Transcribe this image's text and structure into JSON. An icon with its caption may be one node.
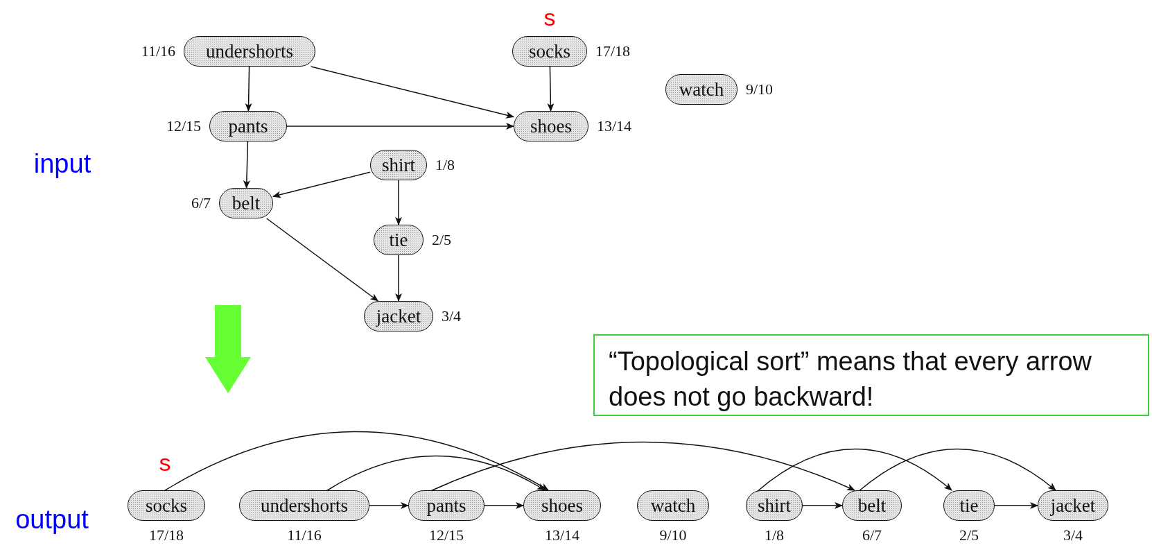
{
  "diagram": {
    "nodes": [
      {
        "text": [
          "undershorts"
        ],
        "beside": [
          "11/16"
        ]
      },
      {
        "text": [
          "socks"
        ],
        "beside": [
          "17/18"
        ]
      },
      {
        "text": [
          "watch"
        ],
        "beside": [
          "9/10"
        ]
      },
      {
        "text": [
          "pants"
        ],
        "beside": [
          "12/15"
        ]
      },
      {
        "text": [
          "shoes"
        ],
        "beside": [
          "13/14"
        ]
      },
      {
        "text": [
          "shirt"
        ],
        "beside": [
          "1/8"
        ]
      },
      {
        "text": [
          "belt"
        ],
        "beside": [
          "6/7"
        ]
      },
      {
        "text": [
          "tie"
        ],
        "beside": [
          "2/5"
        ]
      },
      {
        "text": [
          "jacket"
        ],
        "beside": [
          "3/4"
        ]
      },
      {
        "text": [
          "socks"
        ],
        "beside": [
          "17/18"
        ]
      },
      {
        "text": [
          "undershorts"
        ],
        "beside": [
          "11/16"
        ]
      },
      {
        "text": [
          "pants"
        ],
        "beside": [
          "12/15"
        ]
      },
      {
        "text": [
          "shoes"
        ],
        "beside": [
          "13/14"
        ]
      },
      {
        "text": [
          "watch"
        ],
        "beside": [
          "9/10"
        ]
      },
      {
        "text": [
          "shirt"
        ],
        "beside": [
          "1/8"
        ]
      },
      {
        "text": [
          "belt"
        ],
        "beside": [
          "6/7"
        ]
      },
      {
        "text": [
          "tie"
        ],
        "beside": [
          "2/5"
        ]
      },
      {
        "text": [
          "jacket"
        ],
        "beside": [
          "3/4"
        ]
      },
      {
        "text": [
          "“Topological sort” means that every arrow does not go backward!"
        ]
      }
    ],
    "edges": [
      {
        "from": 0,
        "to": 3,
        "arrow": "to"
      },
      {
        "from": 0,
        "to": 4,
        "arrow": "to"
      },
      {
        "from": 1,
        "to": 4,
        "arrow": "to"
      },
      {
        "from": 3,
        "to": 4,
        "arrow": "to"
      },
      {
        "from": 3,
        "to": 6,
        "arrow": "to"
      },
      {
        "from": 5,
        "to": 6,
        "arrow": "to"
      },
      {
        "from": 5,
        "to": 7,
        "arrow": "to"
      },
      {
        "from": 6,
        "to": 8,
        "arrow": "to"
      },
      {
        "from": 7,
        "to": 8,
        "arrow": "to"
      },
      {
        "from": 9,
        "to": 12,
        "arrow": "to"
      },
      {
        "from": 10,
        "to": 11,
        "arrow": "to"
      },
      {
        "from": 10,
        "to": 12,
        "arrow": "to"
      },
      {
        "from": 11,
        "to": 12,
        "arrow": "to"
      },
      {
        "from": 11,
        "to": 15,
        "arrow": "to"
      },
      {
        "from": 14,
        "to": 15,
        "arrow": "to"
      },
      {
        "from": 14,
        "to": 16,
        "arrow": "to"
      },
      {
        "from": 15,
        "to": 17,
        "arrow": "to"
      },
      {
        "from": 16,
        "to": 17,
        "arrow": "to"
      }
    ],
    "labels": [
      "s",
      "input",
      "s",
      "output"
    ]
  }
}
